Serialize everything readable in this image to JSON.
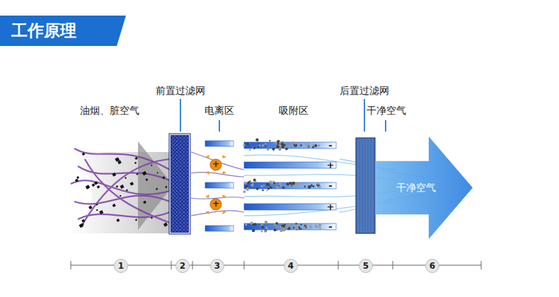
{
  "diagram": {
    "title": "工作原理",
    "nodes": [
      {
        "text": [
          "干净空气"
        ]
      },
      {
        "text": [
          "1"
        ]
      },
      {
        "text": [
          "2"
        ]
      },
      {
        "text": [
          "3"
        ]
      },
      {
        "text": [
          "4"
        ]
      },
      {
        "text": [
          "5"
        ]
      },
      {
        "text": [
          "6"
        ]
      }
    ],
    "labels": [
      "油烟、脏空气",
      "前置过滤网",
      "电离区",
      "吸附区",
      "后置过滤网",
      "干净空气",
      "-",
      "+",
      "-",
      "+",
      "-",
      "+",
      "+"
    ]
  }
}
